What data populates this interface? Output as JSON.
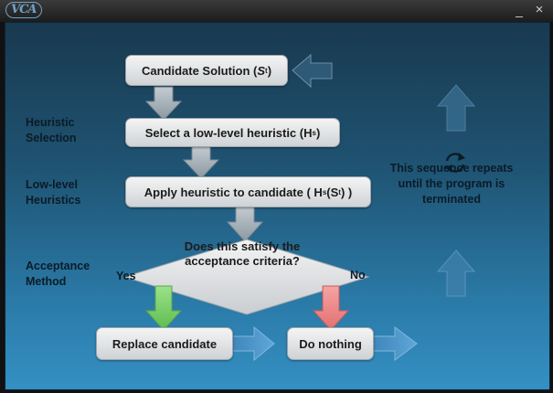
{
  "window": {
    "logo_text": "VCA",
    "minimize_glyph": "_",
    "close_glyph": "×"
  },
  "flow": {
    "candidate": {
      "text": "Candidate Solution (",
      "var": "S",
      "sub": "t",
      "end": ")"
    },
    "select": {
      "text": "Select a low-level heuristic (H",
      "sub": "s",
      "end": ")"
    },
    "apply": {
      "text": "Apply heuristic to candidate ( H",
      "sub1": "s",
      "mid": "(S",
      "sub2": "t",
      "end": ") )"
    },
    "decision": "Does this satisfy the acceptance criteria?",
    "replace": "Replace candidate",
    "nothing": "Do nothing",
    "yes": "Yes",
    "no": "No"
  },
  "labels": {
    "heuristic_selection": "Heuristic Selection",
    "low_level": "Low-level Heuristics",
    "acceptance": "Acceptance Method"
  },
  "note": "This sequence repeats until the program is terminated",
  "icons": [
    "refresh-icon"
  ],
  "colors": {
    "yes_arrow": "#7bd36a",
    "no_arrow": "#f08a8a",
    "arrow_gray": "#a9b3bb",
    "arrow_blue": "#4e95c7"
  }
}
